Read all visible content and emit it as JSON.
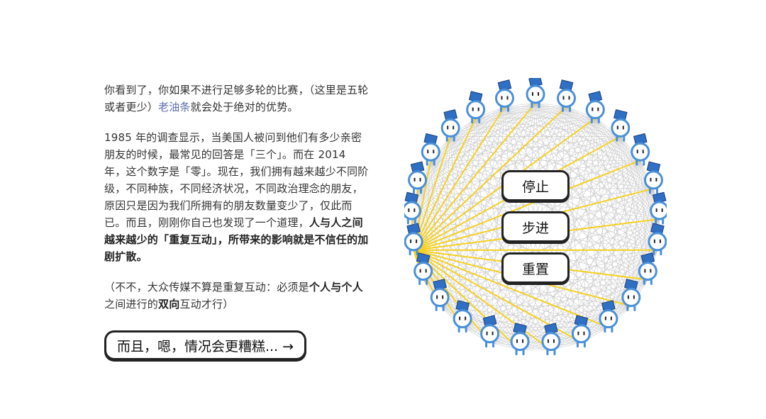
{
  "text": {
    "p1_before": "你看到了，你如果不进行足够多轮的比赛，（这里是五轮或者更少）",
    "p1_link": "老油条",
    "p1_after": "就会处于绝对的优势。",
    "p2_normal": "1985 年的调查显示，当美国人被问到他们有多少亲密朋友的时候，最常见的回答是「三个」。而在 2014 年，这个数字是「零」。现在，我们拥有越来越少不同阶级，不同种族，不同经济状况，不同政治理念的朋友，原因只是因为我们所拥有的朋友数量变少了，仅此而已。而且，刚刚你自己也发现了一个道理，",
    "p2_bold": "人与人之间越来越少的「重复互动」，所带来的影响就是不信任的加剧扩散。",
    "p3_a": "（不不，大众传媒不算是重复互动：必须是",
    "p3_b": "个人与个人",
    "p3_c": "之间进行的",
    "p3_d": "双向",
    "p3_e": "互动才行）"
  },
  "buttons": {
    "next": "而且，嗯，情况会更糟糕... →",
    "stop": "停止",
    "step": "步进",
    "reset": "重置"
  },
  "simulation": {
    "agent_count": 25,
    "highlighted_agent": 18,
    "colors": {
      "agent_body": "#4a90d9",
      "agent_hat": "#2f6fc4",
      "highlight_line": "#f5d020",
      "mesh_line": "#c8c8c8"
    }
  }
}
